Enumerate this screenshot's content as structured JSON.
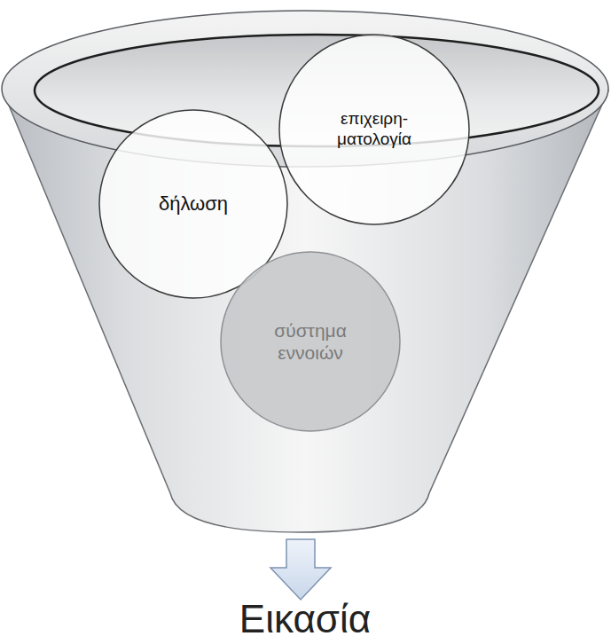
{
  "diagram": {
    "nodes": [
      {
        "text": [
          "δήλωση"
        ]
      },
      {
        "text": [
          "επιχειρη- ματολογία"
        ]
      },
      {
        "text": [
          "σύστημα εννοιών"
        ]
      }
    ],
    "labels": [
      "Εικασία"
    ]
  }
}
